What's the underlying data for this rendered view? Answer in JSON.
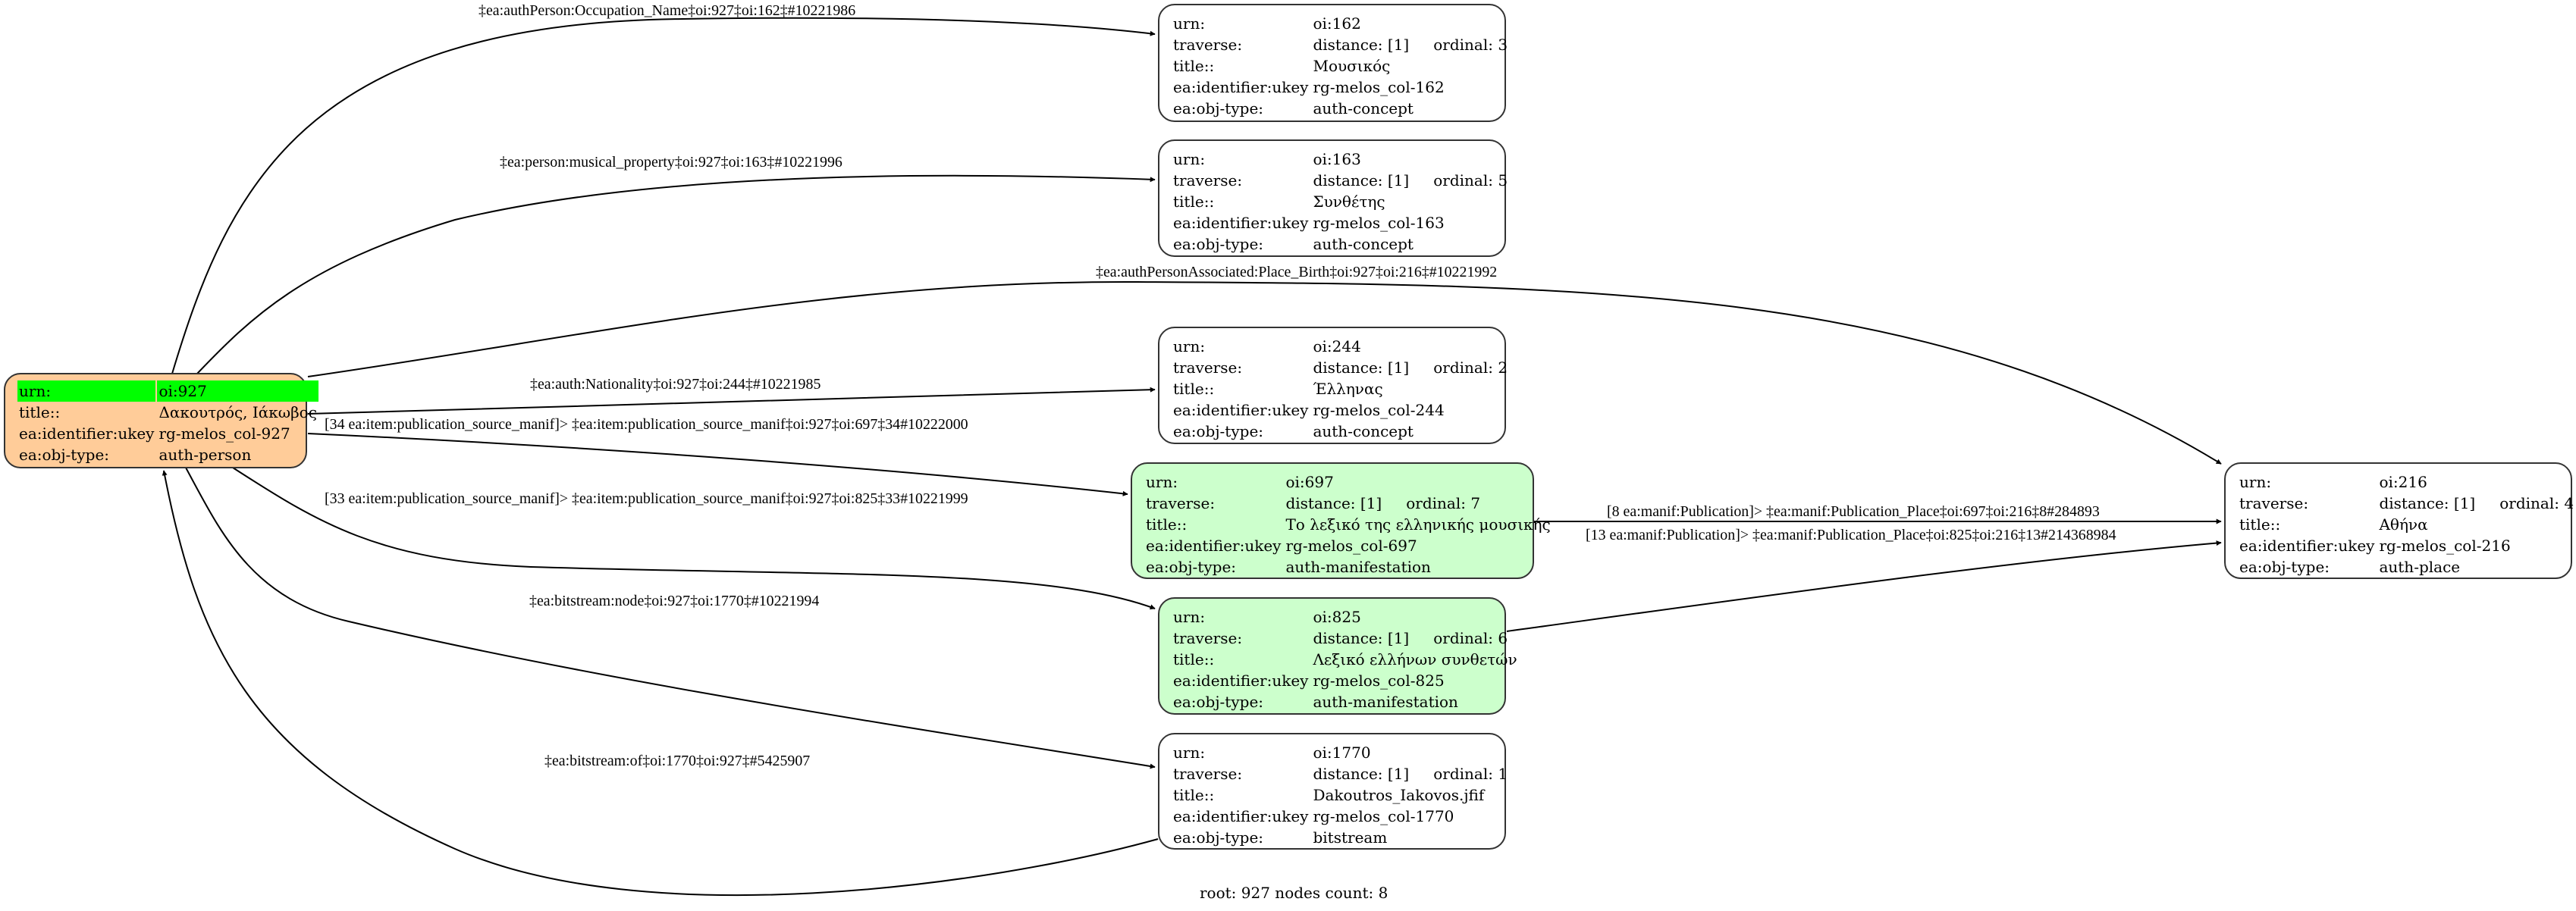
{
  "graph": {
    "footer": "root: 927 nodes count: 8",
    "field_labels": {
      "urn": "urn:",
      "traverse": "traverse:",
      "title": "title::",
      "ukey": "ea:identifier:ukey",
      "objtype": "ea:obj-type:"
    },
    "colors": {
      "root_fill": "#ffcc99",
      "root_highlight": "#00ff00",
      "manifestation_fill": "#ccffcc",
      "default_fill": "#ffffff",
      "stroke": "#333333"
    },
    "nodes": {
      "n927": {
        "urn": "oi:927",
        "title": "Δακουτρός, Ιάκωβος",
        "ukey": "rg-melos_col-927",
        "objtype": "auth-person"
      },
      "n162": {
        "urn": "oi:162",
        "distance": "distance: [1]",
        "ordinal": "ordinal: 3",
        "title": "Μουσικός",
        "ukey": "rg-melos_col-162",
        "objtype": "auth-concept"
      },
      "n163": {
        "urn": "oi:163",
        "distance": "distance: [1]",
        "ordinal": "ordinal: 5",
        "title": "Συνθέτης",
        "ukey": "rg-melos_col-163",
        "objtype": "auth-concept"
      },
      "n244": {
        "urn": "oi:244",
        "distance": "distance: [1]",
        "ordinal": "ordinal: 2",
        "title": "Έλληνας",
        "ukey": "rg-melos_col-244",
        "objtype": "auth-concept"
      },
      "n697": {
        "urn": "oi:697",
        "distance": "distance: [1]",
        "ordinal": "ordinal: 7",
        "title": "Το λεξικό της ελληνικής μουσικής",
        "ukey": "rg-melos_col-697",
        "objtype": "auth-manifestation"
      },
      "n825": {
        "urn": "oi:825",
        "distance": "distance: [1]",
        "ordinal": "ordinal: 6",
        "title": "Λεξικό ελλήνων συνθετών",
        "ukey": "rg-melos_col-825",
        "objtype": "auth-manifestation"
      },
      "n1770": {
        "urn": "oi:1770",
        "distance": "distance: [1]",
        "ordinal": "ordinal: 1",
        "title": "Dakoutros_Iakovos.jfif",
        "ukey": "rg-melos_col-1770",
        "objtype": "bitstream"
      },
      "n216": {
        "urn": "oi:216",
        "distance": "distance: [1]",
        "ordinal": "ordinal: 4",
        "title": "Αθήνα",
        "ukey": "rg-melos_col-216",
        "objtype": "auth-place"
      }
    },
    "edges": [
      {
        "id": "e-occupation",
        "from": "oi:927",
        "to": "oi:162",
        "label": "‡ea:authPerson:Occupation_Name‡oi:927‡oi:162‡#10221986"
      },
      {
        "id": "e-musical-property",
        "from": "oi:927",
        "to": "oi:163",
        "label": "‡ea:person:musical_property‡oi:927‡oi:163‡#10221996"
      },
      {
        "id": "e-place-birth",
        "from": "oi:927",
        "to": "oi:216",
        "label": "‡ea:authPersonAssociated:Place_Birth‡oi:927‡oi:216‡#10221992"
      },
      {
        "id": "e-nationality",
        "from": "oi:927",
        "to": "oi:244",
        "label": "‡ea:auth:Nationality‡oi:927‡oi:244‡#10221985"
      },
      {
        "id": "e-pub-source-34",
        "from": "oi:927",
        "to": "oi:697",
        "label": "[34 ea:item:publication_source_manif]> ‡ea:item:publication_source_manif‡oi:927‡oi:697‡34#10222000"
      },
      {
        "id": "e-pub-source-33",
        "from": "oi:927",
        "to": "oi:825",
        "label": "[33 ea:item:publication_source_manif]> ‡ea:item:publication_source_manif‡oi:927‡oi:825‡33#10221999"
      },
      {
        "id": "e-bitstream-node",
        "from": "oi:927",
        "to": "oi:1770",
        "label": "‡ea:bitstream:node‡oi:927‡oi:1770‡#10221994"
      },
      {
        "id": "e-bitstream-of",
        "from": "oi:1770",
        "to": "oi:927",
        "label": "‡ea:bitstream:of‡oi:1770‡oi:927‡#5425907"
      },
      {
        "id": "e-pub-place-8",
        "from": "oi:697",
        "to": "oi:216",
        "label": "[8 ea:manif:Publication]> ‡ea:manif:Publication_Place‡oi:697‡oi:216‡8#284893"
      },
      {
        "id": "e-pub-place-13",
        "from": "oi:825",
        "to": "oi:216",
        "label": "[13 ea:manif:Publication]> ‡ea:manif:Publication_Place‡oi:825‡oi:216‡13#214368984"
      }
    ]
  }
}
